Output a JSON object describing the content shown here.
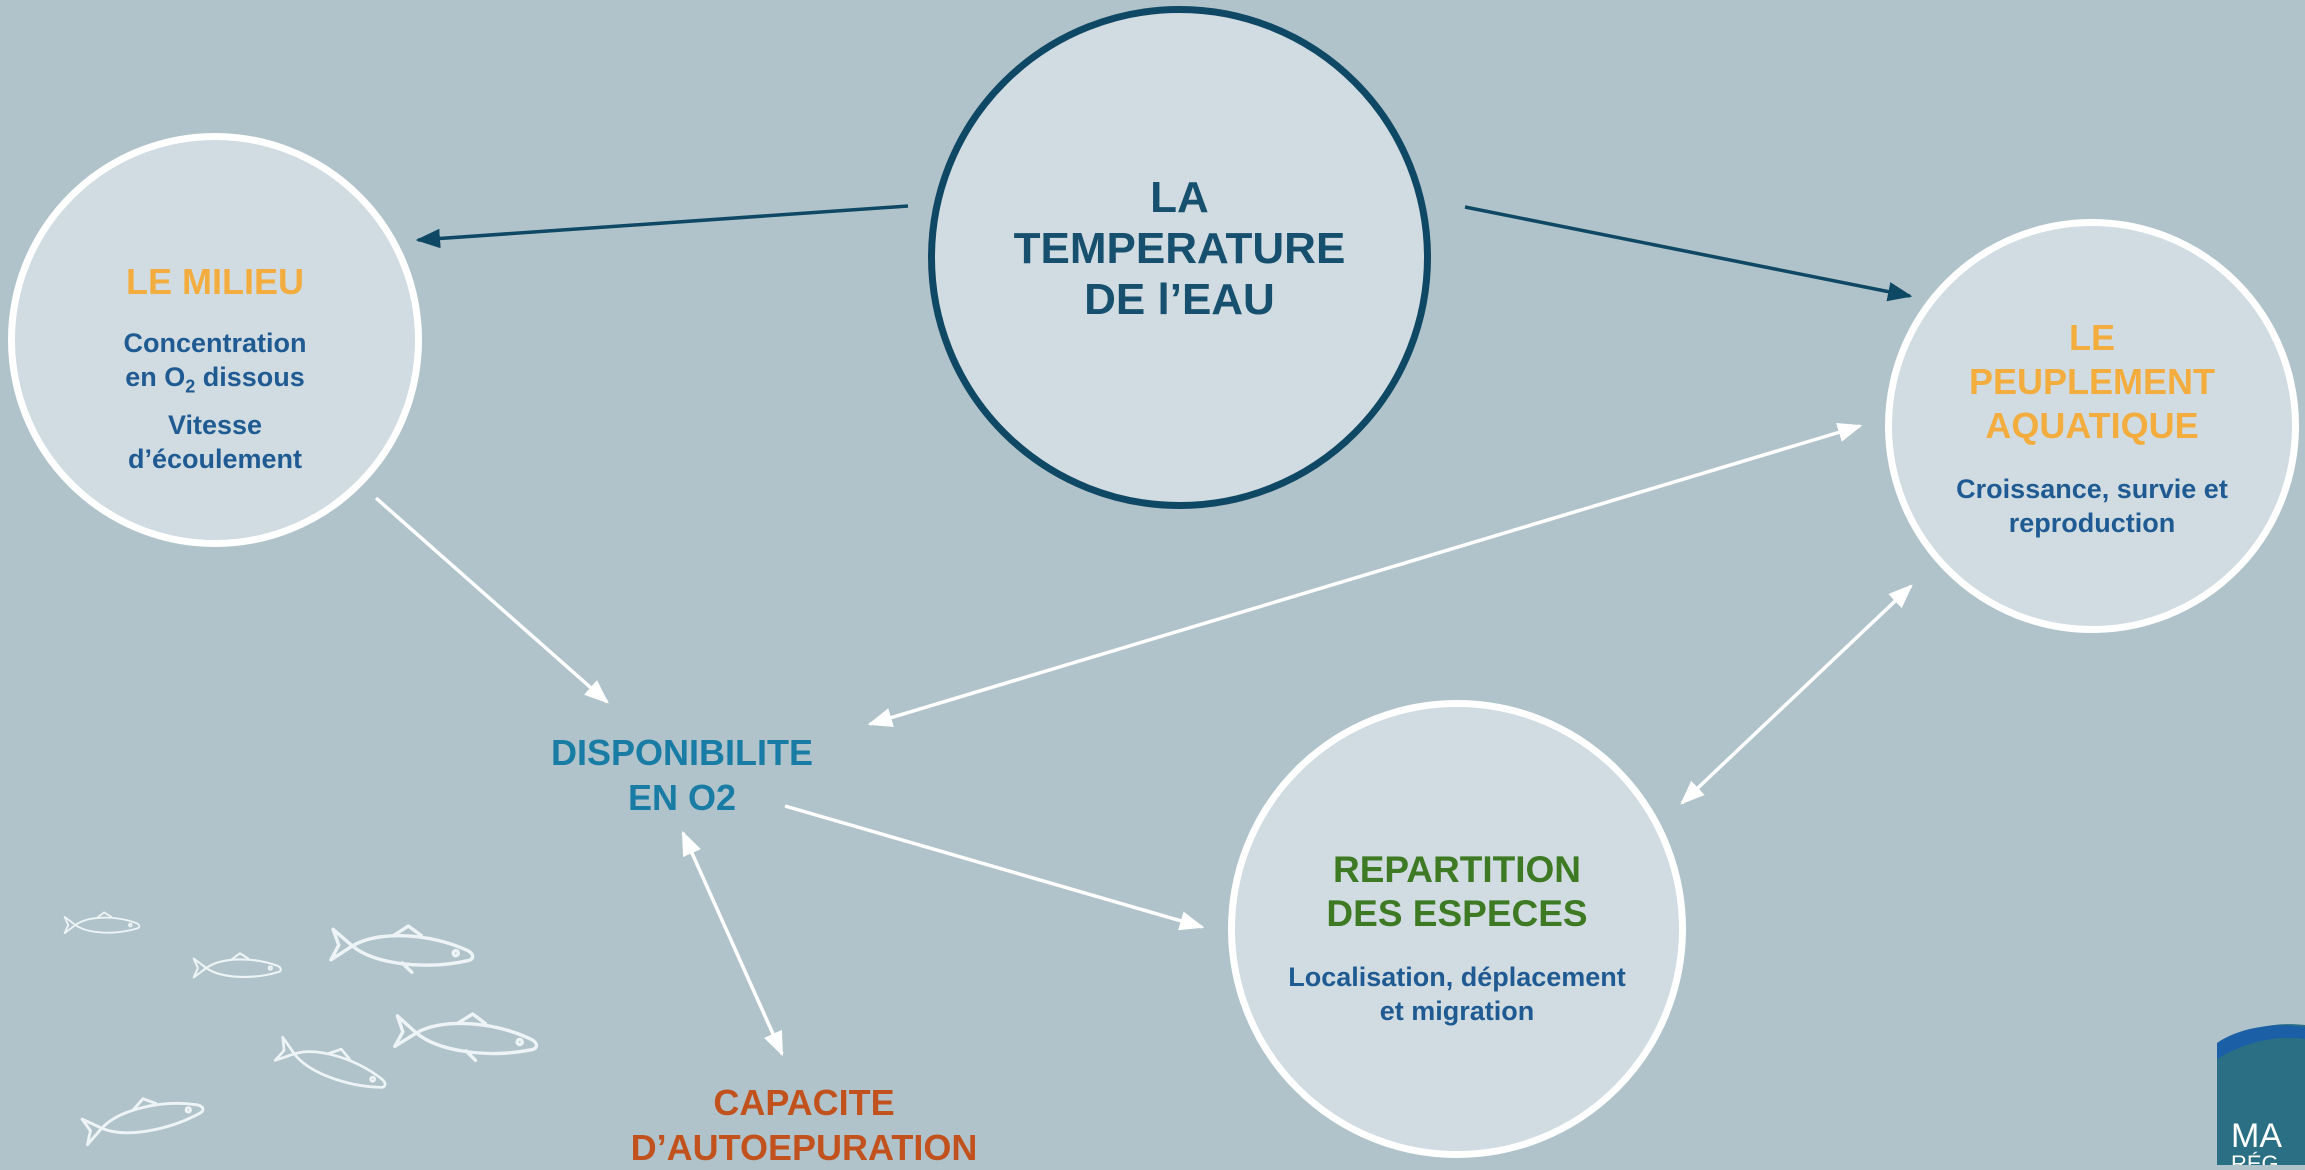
{
  "center": {
    "line1": "LA",
    "line2": "TEMPERATURE",
    "line3": "DE l’EAU"
  },
  "milieu": {
    "title": "LE MILIEU",
    "item1_line1": "Concentration",
    "item1_line2_pre": "en O",
    "item1_sub": "2",
    "item1_line2_post": " dissous",
    "item2_line1": "Vitesse",
    "item2_line2": "d’écoulement"
  },
  "peuplement": {
    "title_line1": "LE",
    "title_line2": "PEUPLEMENT",
    "title_line3": "AQUATIQUE",
    "desc_line1": "Croissance, survie et",
    "desc_line2": "reproduction"
  },
  "repartition": {
    "title_line1": "REPARTITION",
    "title_line2": "DES ESPECES",
    "desc_line1": "Localisation, déplacement",
    "desc_line2": "et migration"
  },
  "oxygen": {
    "line1": "DISPONIBILITE",
    "line2": "EN O2"
  },
  "autoepuration": {
    "line1": "CAPACITE",
    "line2": "D’AUTOEPURATION"
  },
  "logo": {
    "line1": "MA",
    "line2": "RÉG"
  },
  "colors": {
    "background": "#b0c3ca",
    "circle_fill": "#d0dce1",
    "dark_blue": "#0f4864",
    "orange": "#f3ad3f",
    "green": "#3d7a23",
    "blue": "#1f5b92",
    "teal": "#187ca5",
    "rust": "#c2521d"
  }
}
